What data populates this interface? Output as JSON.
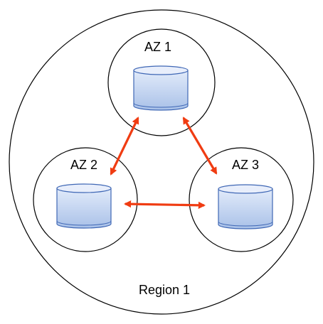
{
  "region": {
    "label": "Region 1"
  },
  "zones": [
    {
      "label": "AZ 1",
      "icon": "database-cylinder-icon"
    },
    {
      "label": "AZ 2",
      "icon": "database-cylinder-icon"
    },
    {
      "label": "AZ 3",
      "icon": "database-cylinder-icon"
    }
  ],
  "connections": [
    {
      "from": "AZ 1",
      "to": "AZ 2",
      "direction": "bidirectional"
    },
    {
      "from": "AZ 1",
      "to": "AZ 3",
      "direction": "bidirectional"
    },
    {
      "from": "AZ 2",
      "to": "AZ 3",
      "direction": "bidirectional"
    }
  ],
  "colors": {
    "outline": "#000000",
    "arrow": "#f03c12",
    "db_fill_top": "#e2ebfa",
    "db_fill_bottom": "#a9c1e8",
    "db_stroke": "#3f67b5"
  }
}
